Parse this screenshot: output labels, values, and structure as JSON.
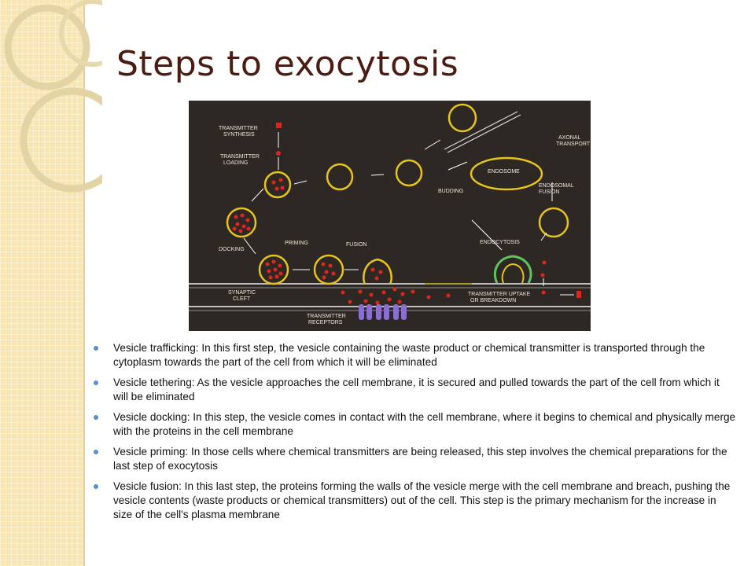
{
  "slide": {
    "title": "Steps to exocytosis"
  },
  "diagram": {
    "labels": {
      "transmitter_synthesis_1": "TRANSMITTER",
      "transmitter_synthesis_2": "SYNTHESIS",
      "transmitter_loading_1": "TRANSMITTER",
      "transmitter_loading_2": "LOADING",
      "axonal_transport_1": "AXONAL",
      "axonal_transport_2": "TRANSPORT",
      "endosome": "ENDOSOME",
      "budding": "BUDDING",
      "endosomal_fusion_1": "ENDOSOMAL",
      "endosomal_fusion_2": "FUSION",
      "endocytosis": "ENDOCYTOSIS",
      "docking": "DOCKING",
      "priming": "PRIMING",
      "fusion": "FUSION",
      "synaptic_cleft_1": "SYNAPTIC",
      "synaptic_cleft_2": "CLEFT",
      "transmitter_uptake_1": "TRANSMITTER UPTAKE",
      "transmitter_uptake_2": "OR BREAKDOWN",
      "transmitter_receptors_1": "TRANSMITTER",
      "transmitter_receptors_2": "RECEPTORS"
    }
  },
  "bullets": [
    "Vesicle trafficking:  In this first step, the vesicle containing the waste product or chemical transmitter is transported through the cytoplasm towards the part of the cell from which it will be eliminated",
    "Vesicle tethering: As the vesicle approaches the cell membrane, it is secured and pulled towards the part of the cell from which it will be eliminated",
    "Vesicle docking: In this step, the vesicle comes in contact with the cell membrane, where it begins to chemical and physically merge with the proteins in the cell membrane",
    " Vesicle priming: In those cells where chemical transmitters are being released, this step involves the chemical preparations for the last step of exocytosis",
    "Vesicle fusion:  In this last step, the proteins forming the walls of the vesicle merge with the cell membrane and breach, pushing the vesicle contents (waste products or chemical  transmitters) out of the cell. This step is the primary mechanism for the increase in size of the cell's plasma membrane"
  ],
  "colors": {
    "title": "#4a1c12",
    "bullet": "#5a8fc9",
    "sidebar": "#f7e6b4",
    "vesicle": "#e6c41d",
    "transmitter": "#e0261c",
    "receptor": "#8a6fd0"
  }
}
